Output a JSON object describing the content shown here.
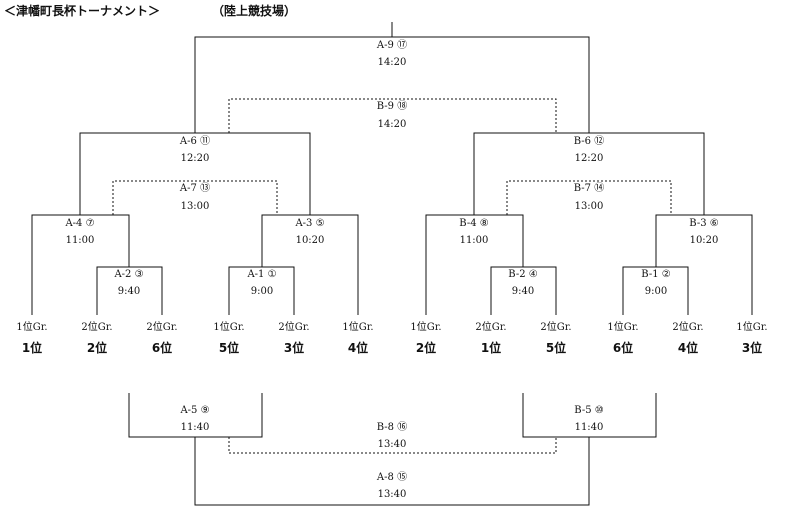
{
  "header": {
    "title": "＜津幡町長杯トーナメント＞",
    "venue": "（陸上競技場）"
  },
  "leaves": [
    {
      "group": "1位Gr.",
      "rank": "1位"
    },
    {
      "group": "2位Gr.",
      "rank": "2位"
    },
    {
      "group": "2位Gr.",
      "rank": "6位"
    },
    {
      "group": "1位Gr.",
      "rank": "5位"
    },
    {
      "group": "2位Gr.",
      "rank": "3位"
    },
    {
      "group": "1位Gr.",
      "rank": "4位"
    },
    {
      "group": "1位Gr.",
      "rank": "2位"
    },
    {
      "group": "2位Gr.",
      "rank": "1位"
    },
    {
      "group": "2位Gr.",
      "rank": "5位"
    },
    {
      "group": "1位Gr.",
      "rank": "6位"
    },
    {
      "group": "2位Gr.",
      "rank": "4位"
    },
    {
      "group": "1位Gr.",
      "rank": "3位"
    }
  ],
  "matches": {
    "a1": {
      "label": "A-1 ①",
      "time": "9:00"
    },
    "a2": {
      "label": "A-2 ③",
      "time": "9:40"
    },
    "a3": {
      "label": "A-3 ⑤",
      "time": "10:20"
    },
    "a4": {
      "label": "A-4 ⑦",
      "time": "11:00"
    },
    "a5": {
      "label": "A-5 ⑨",
      "time": "11:40"
    },
    "a6": {
      "label": "A-6 ⑪",
      "time": "12:20"
    },
    "a7": {
      "label": "A-7 ⑬",
      "time": "13:00"
    },
    "a8": {
      "label": "A-8 ⑮",
      "time": "13:40"
    },
    "a9": {
      "label": "A-9 ⑰",
      "time": "14:20"
    },
    "b1": {
      "label": "B-1 ②",
      "time": "9:00"
    },
    "b2": {
      "label": "B-2 ④",
      "time": "9:40"
    },
    "b3": {
      "label": "B-3 ⑥",
      "time": "10:20"
    },
    "b4": {
      "label": "B-4 ⑧",
      "time": "11:00"
    },
    "b5": {
      "label": "B-5 ⑩",
      "time": "11:40"
    },
    "b6": {
      "label": "B-6 ⑫",
      "time": "12:20"
    },
    "b7": {
      "label": "B-7 ⑭",
      "time": "13:00"
    },
    "b8": {
      "label": "B-8 ⑯",
      "time": "13:40"
    },
    "b9": {
      "label": "B-9 ⑱",
      "time": "14:20"
    }
  }
}
